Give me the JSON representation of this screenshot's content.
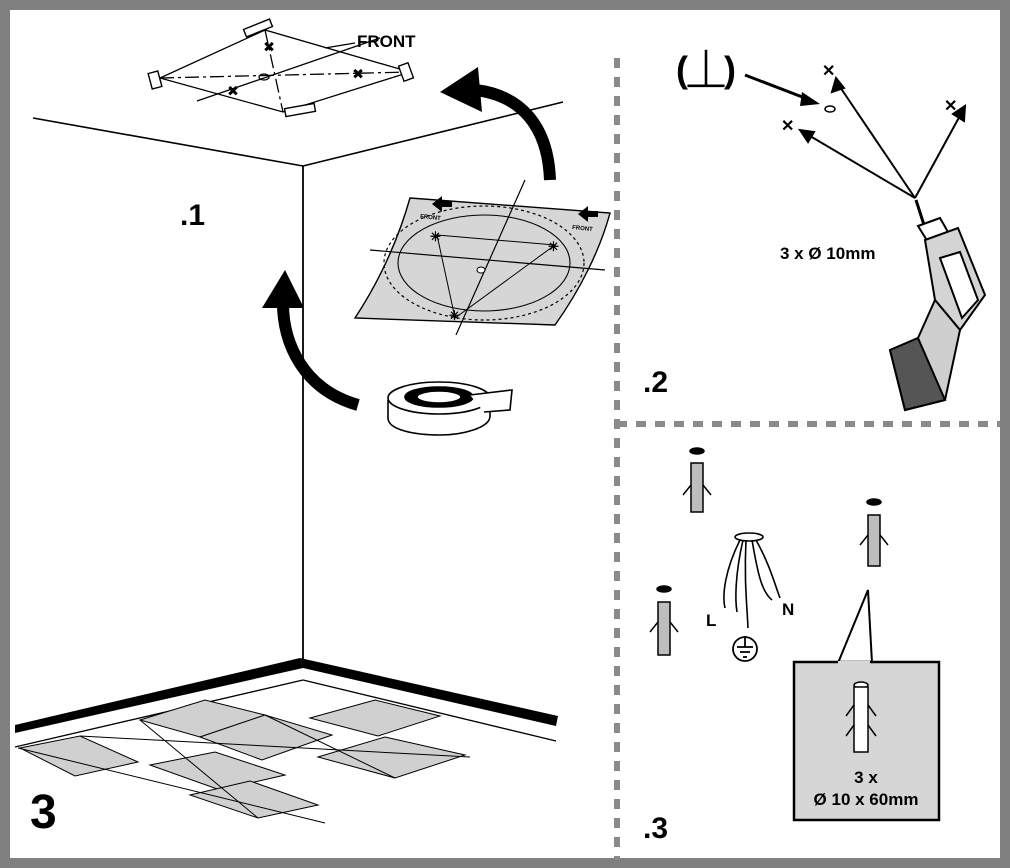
{
  "step_number": "3",
  "panels": {
    "ceiling": {
      "label": ".1",
      "front_label": "FRONT",
      "template_front_left": "FRONT",
      "template_front_right": "FRONT"
    },
    "drilling": {
      "label": ".2",
      "ground_symbol": "(⏊)",
      "drill_spec": "3 x Ø 10mm"
    },
    "plugs": {
      "label": ".3",
      "wire_live": "L",
      "wire_neutral": "N",
      "plug_qty": "3 x",
      "plug_spec": "Ø 10 x 60mm"
    }
  },
  "colors": {
    "frame": "#808080",
    "line": "#000000",
    "tile_fill": "#d0d0d0",
    "dash": "#8a8a8a"
  }
}
